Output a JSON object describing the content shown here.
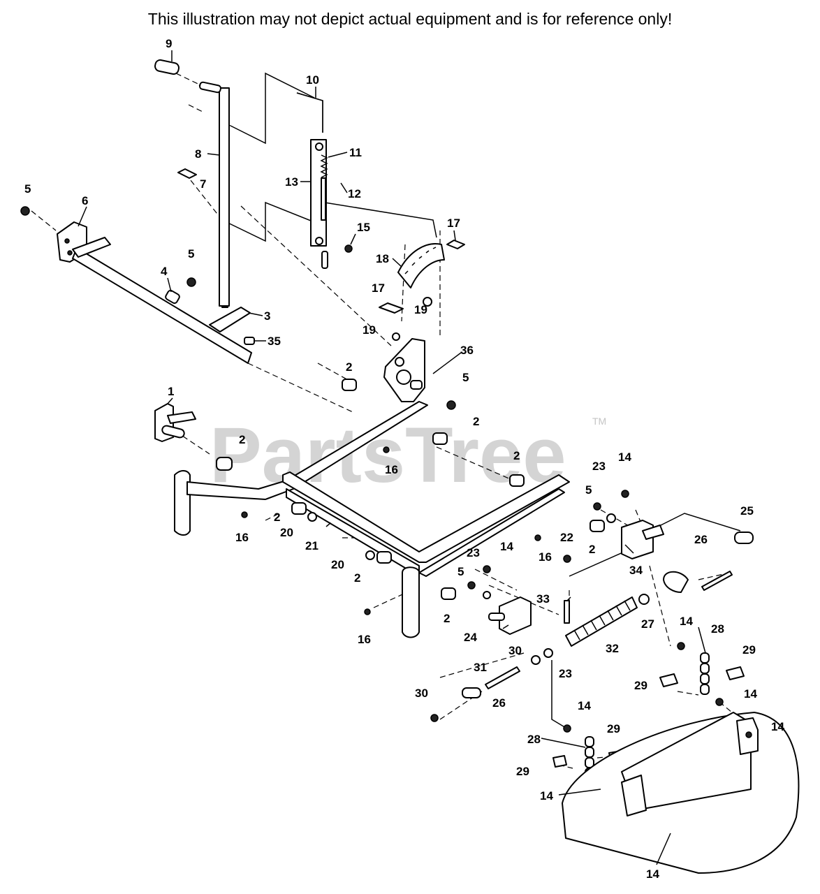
{
  "disclaimer": "This illustration may not depict actual equipment and is for reference only!",
  "watermark": {
    "text": "PartsTree",
    "trademark": "TM",
    "color": "#d4d4d4"
  },
  "callouts": {
    "c1": "1",
    "c2": "2",
    "c3": "3",
    "c4": "4",
    "c5": "5",
    "c6": "6",
    "c7": "7",
    "c8": "8",
    "c9": "9",
    "c10": "10",
    "c11": "11",
    "c12": "12",
    "c13": "13",
    "c14": "14",
    "c15": "15",
    "c16": "16",
    "c17": "17",
    "c18": "18",
    "c19": "19",
    "c20": "20",
    "c21": "21",
    "c22": "22",
    "c23": "23",
    "c24": "24",
    "c25": "25",
    "c26": "26",
    "c27": "27",
    "c28": "28",
    "c29": "29",
    "c30": "30",
    "c31": "31",
    "c32": "32",
    "c33": "33",
    "c34": "34",
    "c35": "35",
    "c36": "36"
  }
}
